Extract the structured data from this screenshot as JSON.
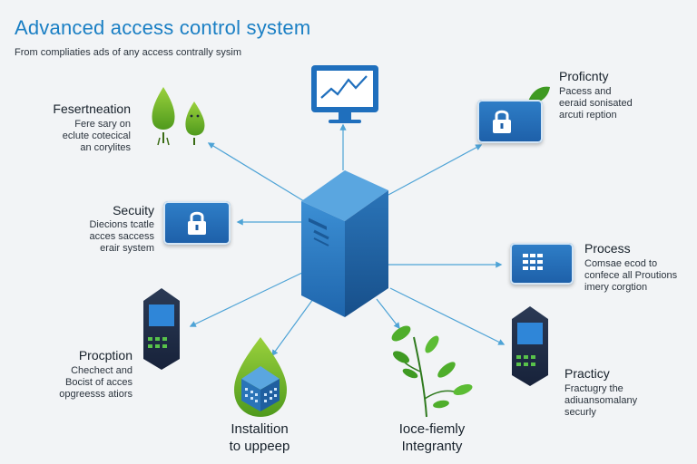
{
  "header": {
    "title": "Advanced access control system",
    "subtitle": "From compliaties ads of any access contrally sysim"
  },
  "nodes": {
    "fesertneation": {
      "title": "Fesertneation",
      "lines": [
        "Fere sary on",
        "eclute cotecical",
        "an corylites"
      ]
    },
    "secuity": {
      "title": "Secuity",
      "lines": [
        "Diecions tcatle",
        "acces saccess",
        "erair system"
      ]
    },
    "procption": {
      "title": "Procption",
      "lines": [
        "Chechect and",
        "Bocist of acces",
        "opgreesss atiors"
      ]
    },
    "installition": {
      "lines": [
        "Instalition",
        "to uppeep"
      ]
    },
    "integranty": {
      "lines": [
        "Ioce-fiemly",
        "Integranty"
      ]
    },
    "proficnty": {
      "title": "Proficnty",
      "lines": [
        "Pacess and",
        "eeraid sonisated",
        "arcuti reption"
      ]
    },
    "process": {
      "title": "Process",
      "lines": [
        "Comsae ecod to",
        "confece all Proutions",
        "imery corgtion"
      ]
    },
    "practicy": {
      "title": "Practicy",
      "lines": [
        "Fractugry the",
        "adiuansomalany",
        "securly"
      ]
    }
  },
  "colors": {
    "title": "#1a7fc4",
    "server": "#2a7ec6",
    "line": "#4ea3d6",
    "leaf": "#7bbf2a"
  },
  "icons": [
    "monitor-chart-icon",
    "server-icon",
    "leaf-drop-icon",
    "lock-icon",
    "keypad-device-icon",
    "building-drop-icon",
    "plant-icon",
    "leaf-icon",
    "grid-panel-icon"
  ]
}
